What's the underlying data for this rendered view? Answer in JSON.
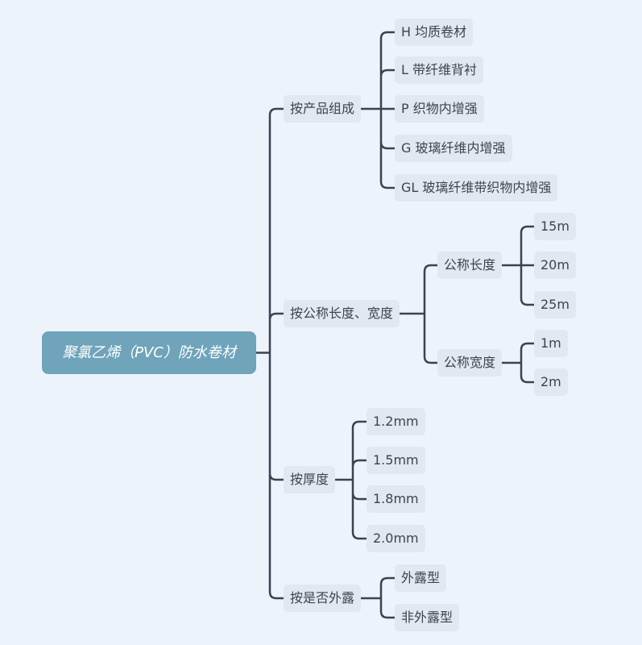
{
  "root": "聚氯乙烯（PVC）防水卷材",
  "branches": [
    {
      "label": "按产品组成",
      "children": [
        "H 均质卷材",
        "L 带纤维背衬",
        "P 织物内增强",
        "G 玻璃纤维内增强",
        "GL 玻璃纤维带织物内增强"
      ]
    },
    {
      "label": "按公称长度、宽度",
      "children": [
        {
          "label": "公称长度",
          "children": [
            "15m",
            "20m",
            "25m"
          ]
        },
        {
          "label": "公称宽度",
          "children": [
            "1m",
            "2m"
          ]
        }
      ]
    },
    {
      "label": "按厚度",
      "children": [
        "1.2mm",
        "1.5mm",
        "1.8mm",
        "2.0mm"
      ]
    },
    {
      "label": "按是否外露",
      "children": [
        "外露型",
        "非外露型"
      ]
    }
  ]
}
